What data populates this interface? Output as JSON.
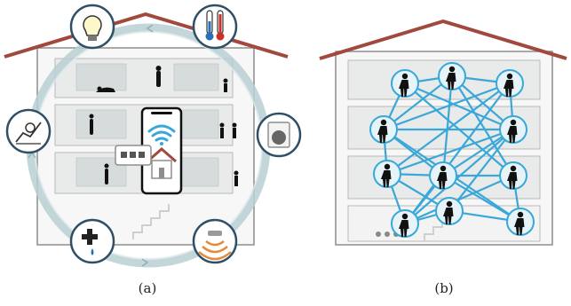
{
  "figure": {
    "panel_a": {
      "caption": "(a)",
      "outer_icons": [
        {
          "name": "lightbulb-icon"
        },
        {
          "name": "thermometer-icon"
        },
        {
          "name": "energy-chart-icon"
        },
        {
          "name": "washing-machine-icon"
        },
        {
          "name": "water-tap-icon"
        },
        {
          "name": "wireless-sensor-icon"
        }
      ],
      "center_icons": [
        "smartphone-icon",
        "wifi-icon",
        "home-icon",
        "hub-icon"
      ]
    },
    "panel_b": {
      "caption": "(b)",
      "people_nodes": 11,
      "node_icons": [
        "person-lying-icon",
        "person-standing-icon",
        "person-at-desk-icon",
        "person-standing-icon",
        "people-at-table-icon",
        "person-standing-icon",
        "person-walking-icon",
        "person-with-suitcase-icon",
        "person-at-desk-icon"
      ]
    },
    "colors": {
      "roof": "#a0493c",
      "link": "#39a8d8",
      "ring": "#b9cfd3",
      "node_fill": "#e6f3f8",
      "wall": "#8e8e8e",
      "icon_ring": "#2f4f67"
    }
  }
}
